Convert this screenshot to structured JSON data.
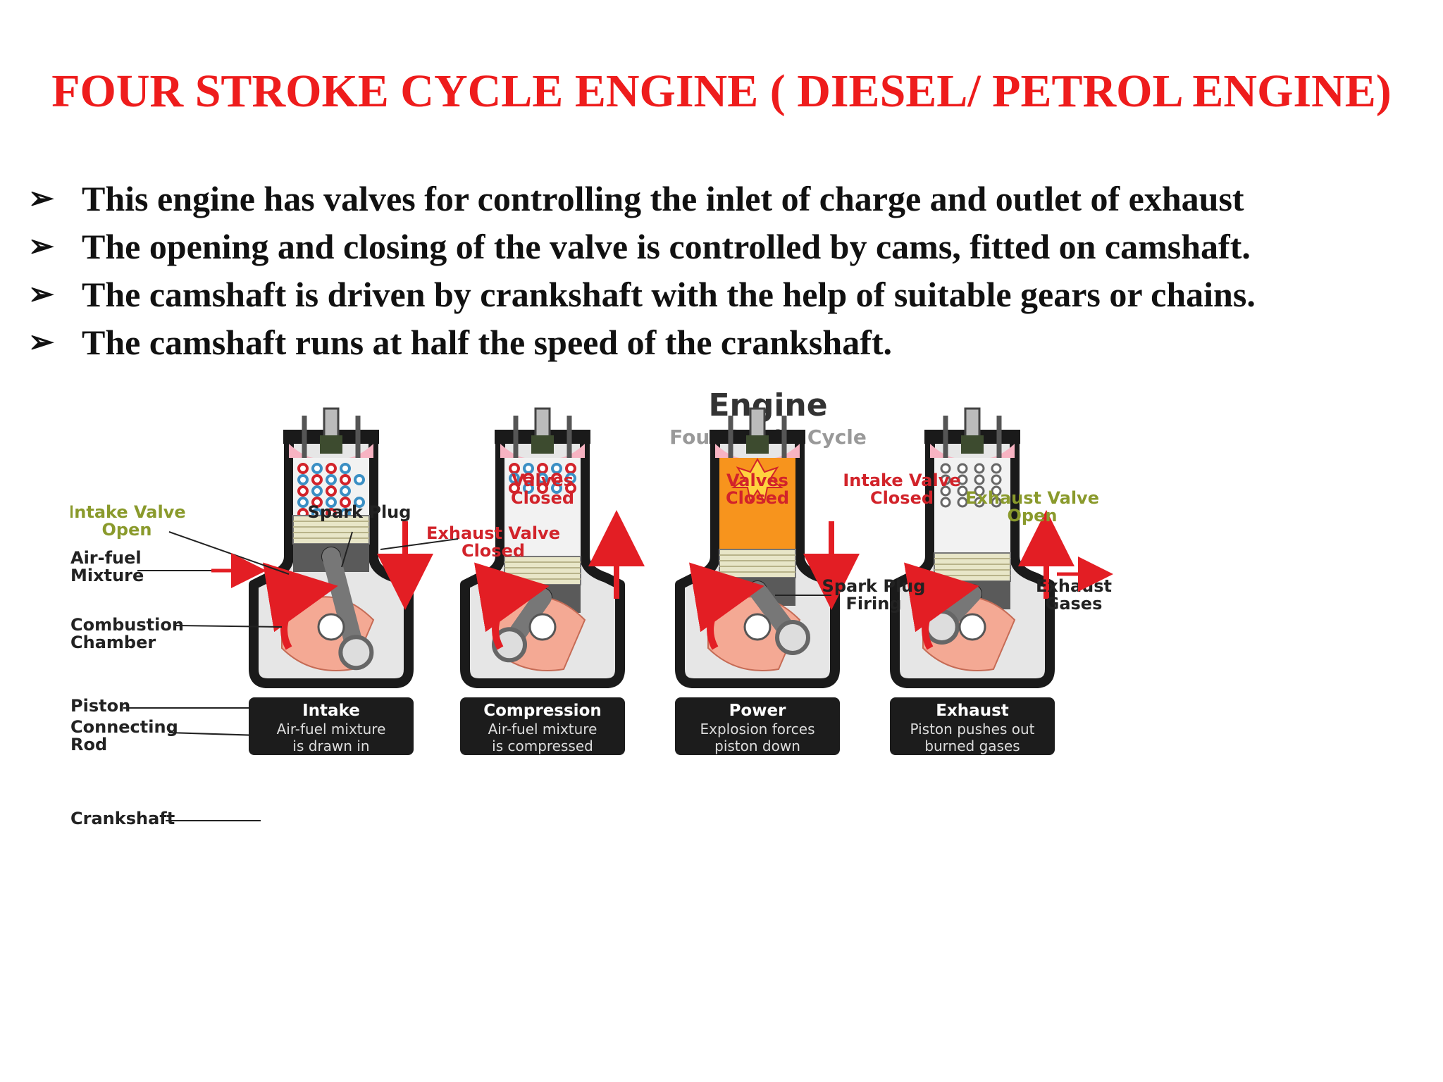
{
  "title": "FOUR STROKE CYCLE ENGINE ( DIESEL/ PETROL ENGINE)",
  "bullet_marker": "➢",
  "bullets": [
    "This engine has valves for controlling the inlet of charge and outlet of exhaust",
    "The opening and closing of the valve is controlled by cams, fitted on camshaft.",
    "The camshaft is driven by crankshaft with the help of suitable gears or chains.",
    "The camshaft runs at half the speed of the crankshaft."
  ],
  "diagram": {
    "heading": "Engine",
    "subheading": "Four-Stroke Cycle",
    "labels": {
      "intake_valve_open": [
        "Intake Valve",
        "Open"
      ],
      "spark_plug": "Spark Plug",
      "exhaust_valve_closed": [
        "Exhaust Valve",
        "Closed"
      ],
      "air_fuel_mixture": [
        "Air-fuel",
        "Mixture"
      ],
      "combustion_chamber": [
        "Combustion",
        "Chamber"
      ],
      "piston": "Piston",
      "connecting_rod": [
        "Connecting",
        "Rod"
      ],
      "crankshaft": "Crankshaft",
      "valves_closed_1": [
        "Valves",
        "Closed"
      ],
      "valves_closed_2": [
        "Valves",
        "Closed"
      ],
      "spark_plug_firing": [
        "Spark Plug",
        "Firing"
      ],
      "intake_valve_closed": [
        "Intake Valve",
        "Closed"
      ],
      "exhaust_valve_open": [
        "Exhaust Valve",
        "Open"
      ],
      "exhaust_gases": [
        "Exhaust",
        "Gases"
      ]
    },
    "stages": [
      {
        "name": "Intake",
        "desc": [
          "Air-fuel mixture",
          "is drawn in"
        ]
      },
      {
        "name": "Compression",
        "desc": [
          "Air-fuel mixture",
          "is compressed"
        ]
      },
      {
        "name": "Power",
        "desc": [
          "Explosion forces",
          "piston down"
        ]
      },
      {
        "name": "Exhaust",
        "desc": [
          "Piston pushes out",
          "burned gases"
        ]
      }
    ],
    "colors": {
      "title_red": "#ee1c1c",
      "label_green": "#8a9a2c",
      "label_red": "#d2232a",
      "arrow_red": "#e31e24",
      "cylinder_outline": "#1a1a1a",
      "cylinder_fill": "#e6e6e6",
      "crank_fill": "#f4a994",
      "combustion_orange": "#f7941d",
      "stage_box": "#1c1c1c"
    }
  }
}
